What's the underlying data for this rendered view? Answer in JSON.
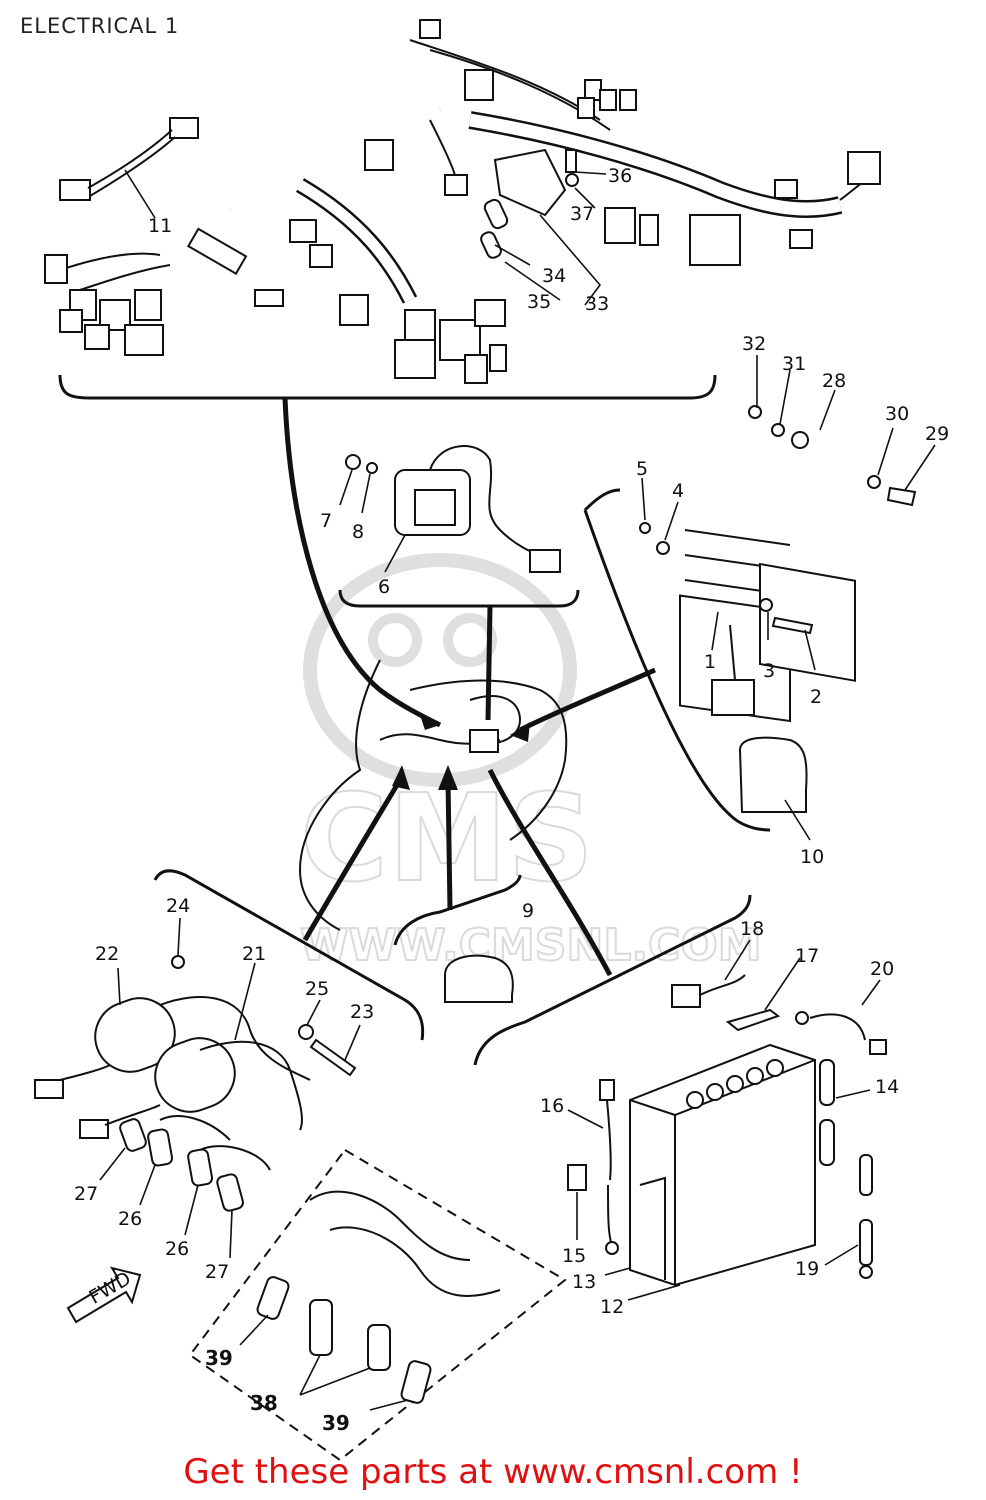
{
  "header": {
    "title": "ELECTRICAL 1"
  },
  "watermark": {
    "text": "WWW.CMSNL.COM",
    "logo": "CMS"
  },
  "footer": {
    "cta": "Get these parts at www.cmsnl.com !"
  },
  "fwd_marker": {
    "text": "FWD"
  },
  "callouts": [
    {
      "id": "c1",
      "label": "1"
    },
    {
      "id": "c2",
      "label": "2"
    },
    {
      "id": "c3",
      "label": "3"
    },
    {
      "id": "c4",
      "label": "4"
    },
    {
      "id": "c5",
      "label": "5"
    },
    {
      "id": "c6",
      "label": "6"
    },
    {
      "id": "c7",
      "label": "7"
    },
    {
      "id": "c8",
      "label": "8"
    },
    {
      "id": "c9",
      "label": "9"
    },
    {
      "id": "c10",
      "label": "10"
    },
    {
      "id": "c11",
      "label": "11"
    },
    {
      "id": "c12",
      "label": "12"
    },
    {
      "id": "c13",
      "label": "13"
    },
    {
      "id": "c14",
      "label": "14"
    },
    {
      "id": "c15",
      "label": "15"
    },
    {
      "id": "c16",
      "label": "16"
    },
    {
      "id": "c17",
      "label": "17"
    },
    {
      "id": "c18",
      "label": "18"
    },
    {
      "id": "c19",
      "label": "19"
    },
    {
      "id": "c20",
      "label": "20"
    },
    {
      "id": "c21",
      "label": "21"
    },
    {
      "id": "c22",
      "label": "22"
    },
    {
      "id": "c23",
      "label": "23"
    },
    {
      "id": "c24",
      "label": "24"
    },
    {
      "id": "c25",
      "label": "25"
    },
    {
      "id": "c26a",
      "label": "26"
    },
    {
      "id": "c26b",
      "label": "26"
    },
    {
      "id": "c27a",
      "label": "27"
    },
    {
      "id": "c27b",
      "label": "27"
    },
    {
      "id": "c28",
      "label": "28"
    },
    {
      "id": "c29",
      "label": "29"
    },
    {
      "id": "c30",
      "label": "30"
    },
    {
      "id": "c31",
      "label": "31"
    },
    {
      "id": "c32",
      "label": "32"
    },
    {
      "id": "c33",
      "label": "33"
    },
    {
      "id": "c34",
      "label": "34"
    },
    {
      "id": "c35",
      "label": "35"
    },
    {
      "id": "c36",
      "label": "36"
    },
    {
      "id": "c37",
      "label": "37"
    },
    {
      "id": "c38",
      "label": "38"
    },
    {
      "id": "c39a",
      "label": "39"
    },
    {
      "id": "c39b",
      "label": "39"
    }
  ]
}
